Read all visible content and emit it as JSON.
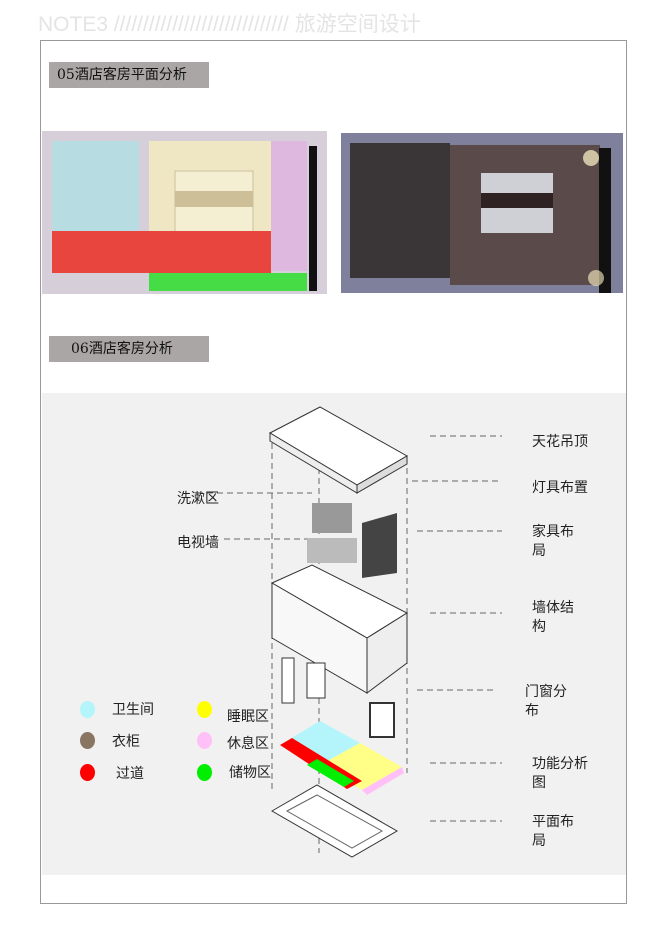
{
  "header": {
    "title": "NOTE3 ////////////////////////////// 旅游空间设计"
  },
  "section05": {
    "title": "05酒店客房平面分析"
  },
  "section06": {
    "title": "06酒店客房分析"
  },
  "diagram": {
    "left_labels": [
      "洗漱区",
      "电视墙"
    ],
    "right_labels": [
      "天花吊顶",
      "灯具布置",
      "家具布局",
      "墙体结构",
      "门窗分布",
      "功能分析图",
      "平面布局"
    ]
  },
  "legend": [
    {
      "label": "卫生间",
      "color": "#b3f5fb"
    },
    {
      "label": "睡眠区",
      "color": "#ffff00"
    },
    {
      "label": "衣柜",
      "color": "#8a7563"
    },
    {
      "label": "休息区",
      "color": "#ffc0f7"
    },
    {
      "label": "过道",
      "color": "#ff0000"
    },
    {
      "label": "储物区",
      "color": "#00ee00"
    }
  ]
}
